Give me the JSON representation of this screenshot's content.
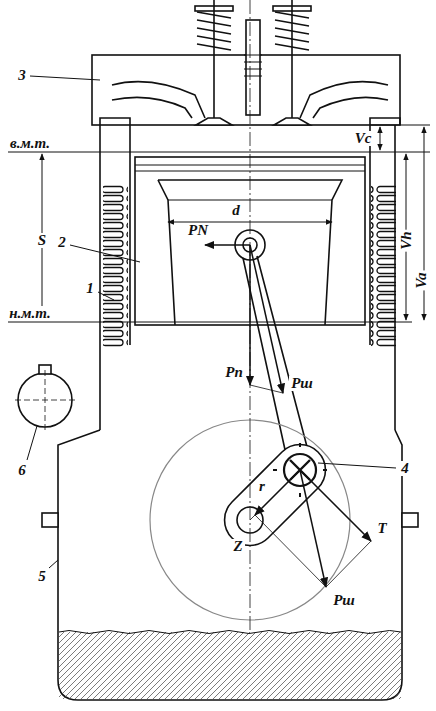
{
  "diagram": {
    "labels": [
      "3",
      "в.м.т.",
      "н.м.т.",
      "S",
      "2",
      "1",
      "6",
      "5",
      "4",
      "d",
      "PN",
      "Pп",
      "Pш",
      "r",
      "Z",
      "T",
      "Pш",
      "Vc",
      "Vh",
      "Va"
    ]
  }
}
